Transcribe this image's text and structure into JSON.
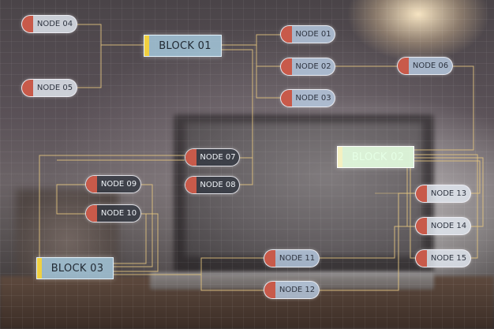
{
  "blocks": {
    "block01": "BLOCK 01",
    "block02": "BLOCK 02",
    "block03": "BLOCK 03"
  },
  "nodes": {
    "n01": "NODE 01",
    "n02": "NODE 02",
    "n03": "NODE 03",
    "n04": "NODE 04",
    "n05": "NODE 05",
    "n06": "NODE 06",
    "n07": "NODE 07",
    "n08": "NODE 08",
    "n09": "NODE 09",
    "n10": "NODE 10",
    "n11": "NODE 11",
    "n12": "NODE 12",
    "n13": "NODE 13",
    "n14": "NODE 14",
    "n15": "NODE 15"
  },
  "colors": {
    "wire": "#e8c880",
    "node_cap": "#c85a4a",
    "block_cap": "#f0d040"
  }
}
